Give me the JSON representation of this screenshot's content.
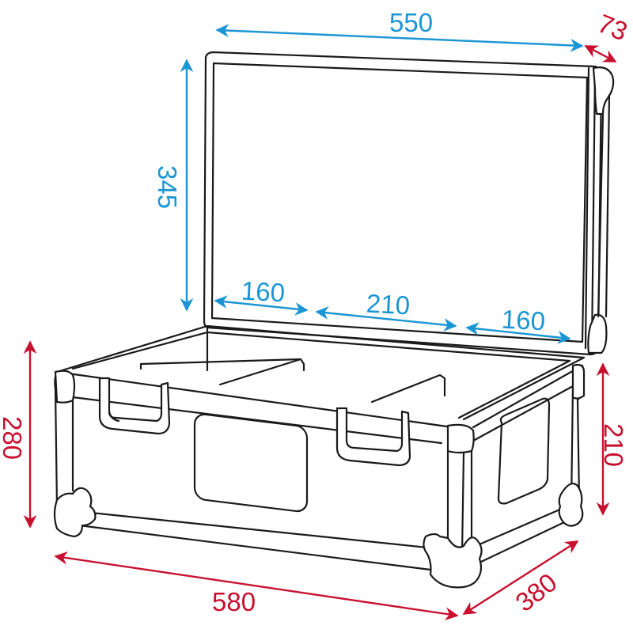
{
  "diagram": {
    "subject": "flight case with open lid and three-compartment dividers",
    "colors": {
      "interior_dimension": "#1a96d4",
      "exterior_dimension": "#c8102e",
      "outline": "#1a1a1a",
      "background": "#ffffff"
    },
    "unit": "mm",
    "interior_dimensions": {
      "lid_width": "550",
      "lid_height": "345",
      "compartment_left": "160",
      "compartment_middle": "210",
      "compartment_right": "160"
    },
    "exterior_dimensions": {
      "lid_depth": "73",
      "total_height": "280",
      "base_height": "210",
      "length": "580",
      "width": "380"
    }
  }
}
